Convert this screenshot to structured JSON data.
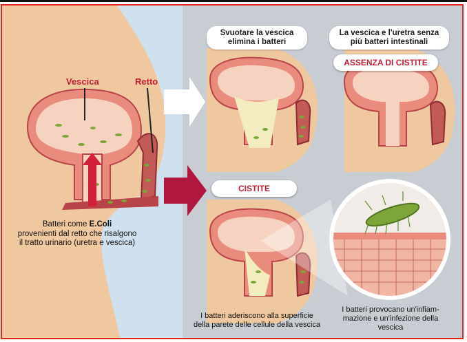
{
  "labels": {
    "vescica": "Vescica",
    "retto": "Retto",
    "batteri_intro": "Batteri come ",
    "batteri_bold": "E.Coli",
    "batteri_rest": "provenienti dal retto che risalgono il tratto urinario (uretra e vescica)",
    "svuotare": "Svuotare la vescica elimina i batteri",
    "vescica_uretra": "La vescica e l'uretra senza più batteri intestinali",
    "assenza": "ASSENZA DI CISTITE",
    "cistite": "CISTITE",
    "aderiscono": "I batteri aderiscono alla superficie della parete delle cellule della vescica",
    "provocano": "I batteri provocano un'infiam- mazione e un'infezione della vescica"
  },
  "colors": {
    "skin": "#f0c8a0",
    "skin_dark": "#e0ae84",
    "bg_left": "#cfe0ee",
    "bg_right": "#c8ccd2",
    "tissue": "#e98b7d",
    "tissue_dark": "#b8444a",
    "inner": "#f6d3c0",
    "arrow_red": "#b1173e",
    "border": "#e2231a"
  }
}
